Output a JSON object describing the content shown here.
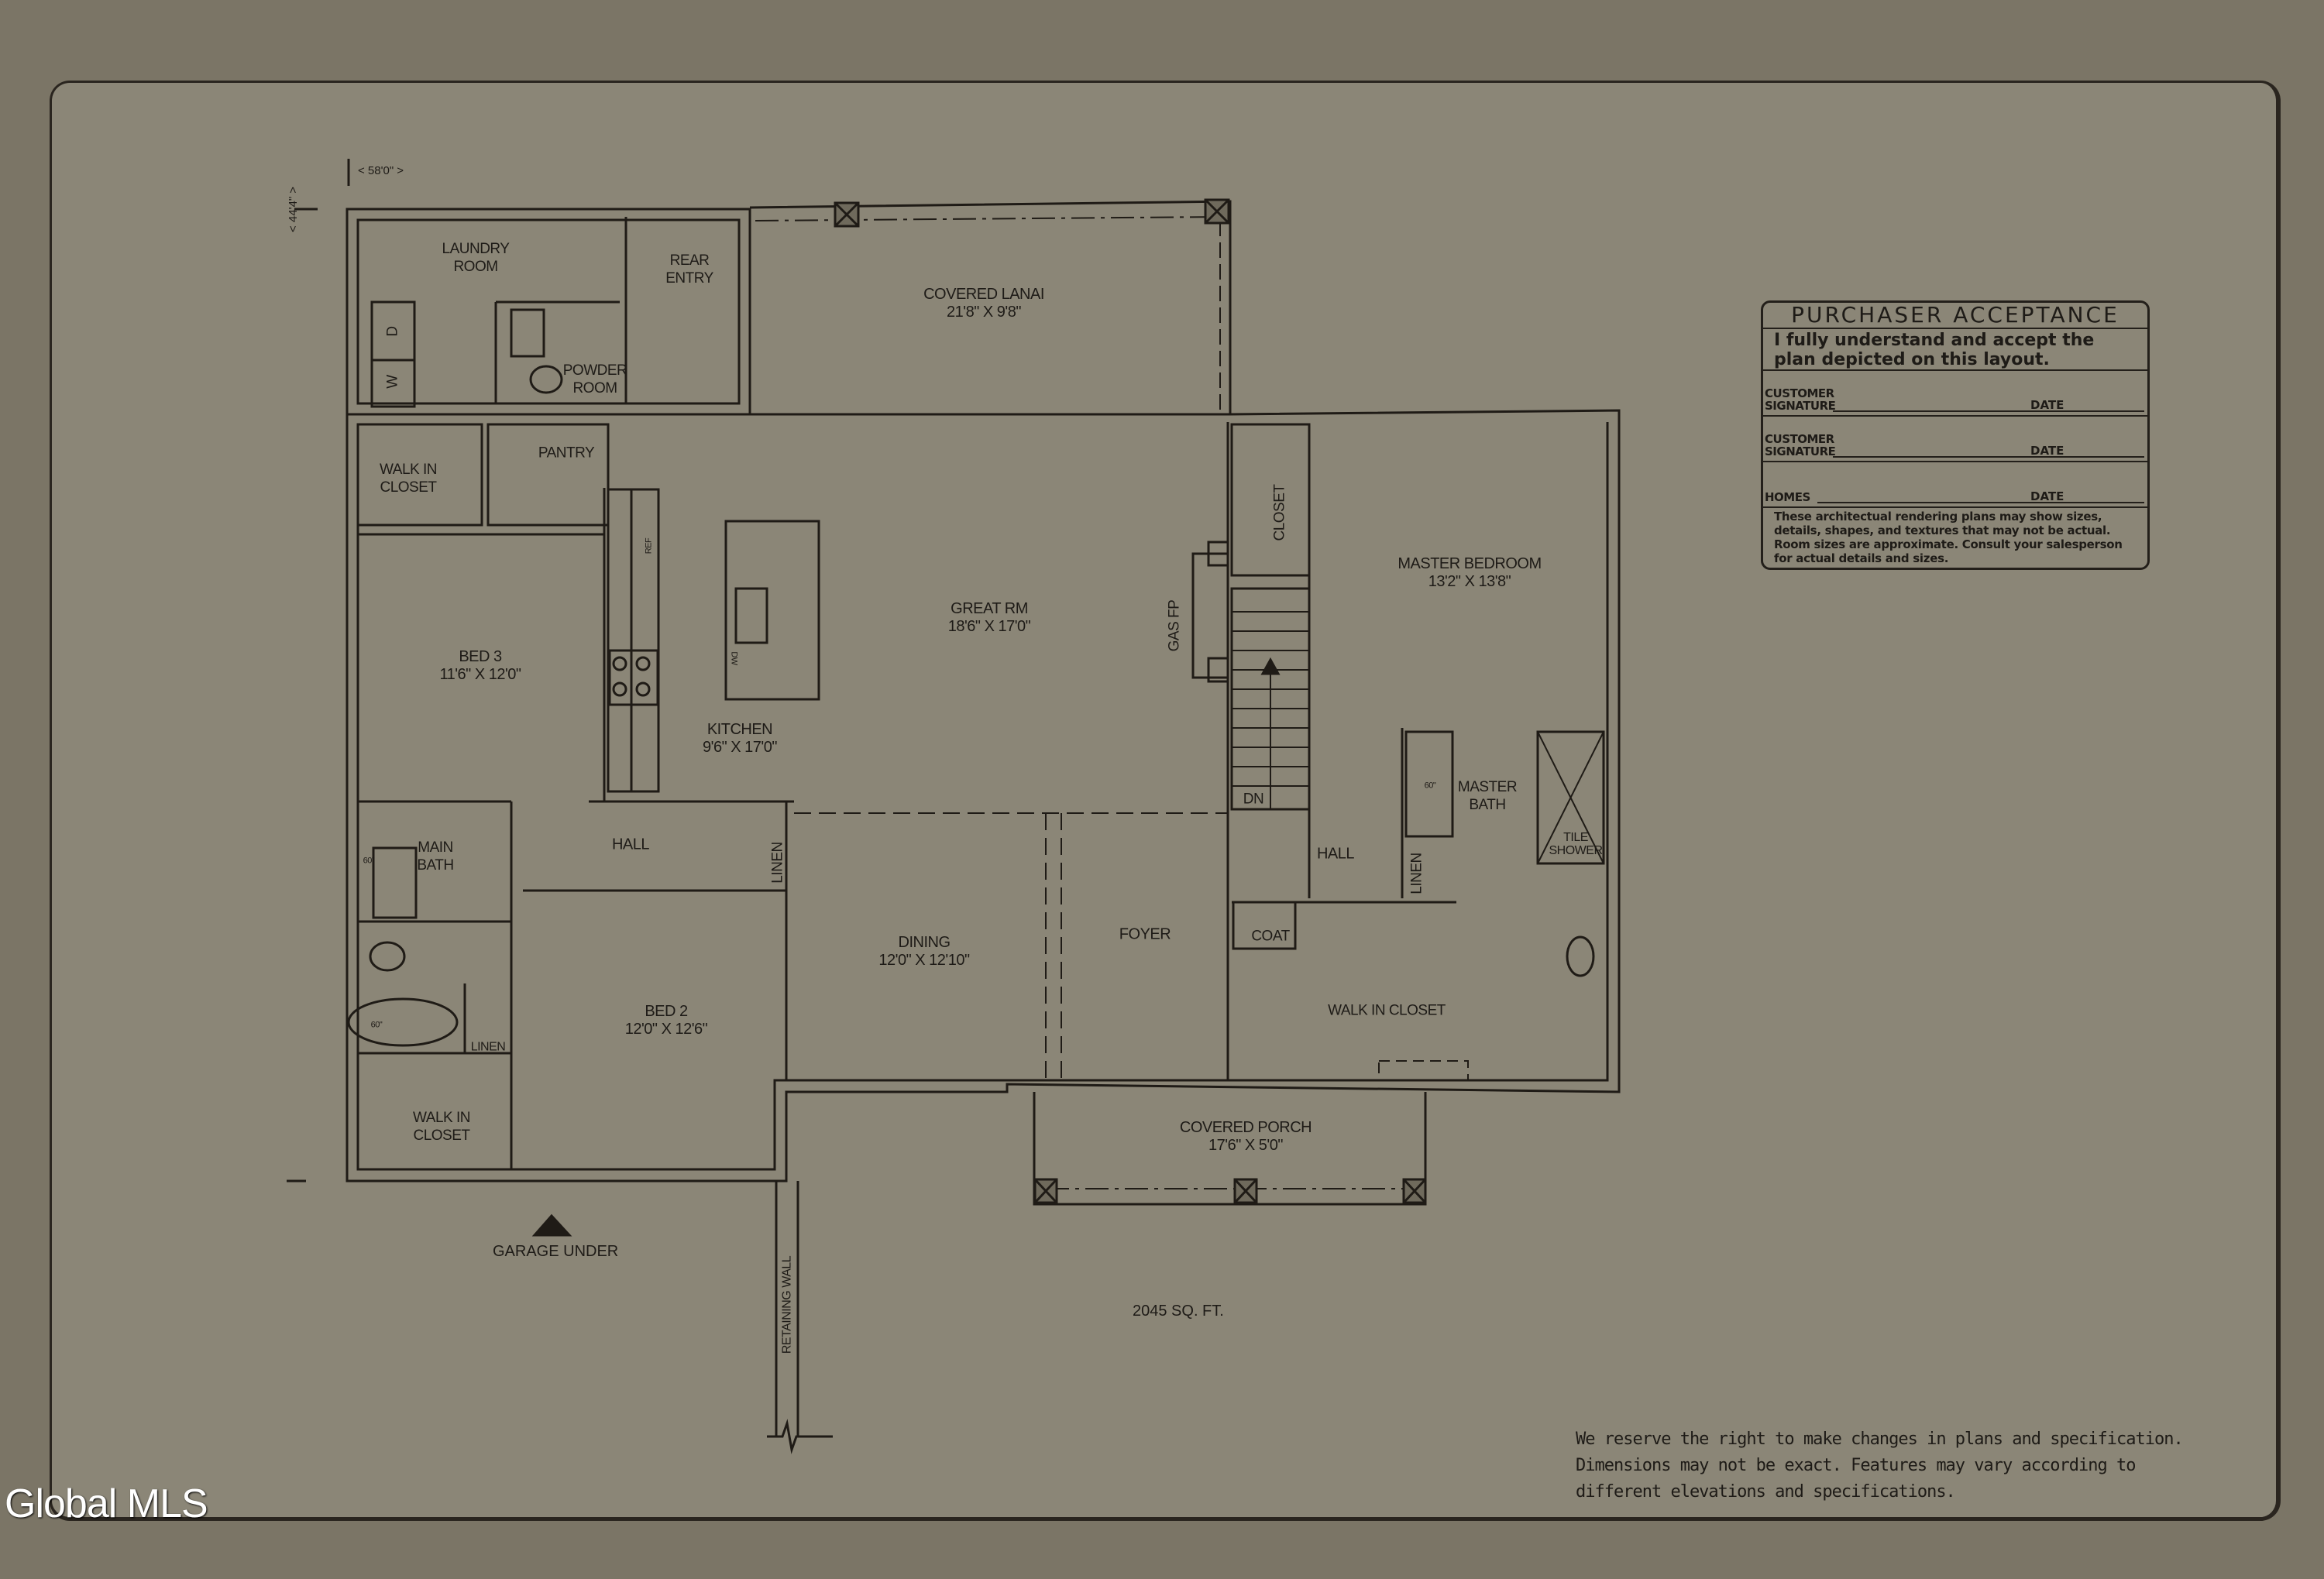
{
  "document": {
    "type": "floor plan",
    "overall_width": "< 58'0\" >",
    "overall_depth": "< 44'4\" >",
    "total_area": "2045 SQ. FT.",
    "garage_note": "GARAGE UNDER",
    "retaining_wall": "RETAINING WALL"
  },
  "rooms": {
    "laundry": {
      "name_1": "LAUNDRY",
      "name_2": "ROOM"
    },
    "rear_entry": {
      "name_1": "REAR",
      "name_2": "ENTRY"
    },
    "powder_room": {
      "name_1": "POWDER",
      "name_2": "ROOM"
    },
    "covered_lanai": {
      "name": "COVERED LANAI",
      "size": "21'8\" X 9'8\""
    },
    "walk_in_closet_bed3": {
      "name_1": "WALK IN",
      "name_2": "CLOSET"
    },
    "pantry": {
      "name": "PANTRY"
    },
    "bed3": {
      "name": "BED 3",
      "size": "11'6\" X 12'0\""
    },
    "kitchen": {
      "name": "KITCHEN",
      "size": "9'6\" X 17'0\""
    },
    "great_room": {
      "name": "GREAT RM",
      "size": "18'6\" X  17'0\""
    },
    "gas_fp": {
      "name": "GAS FP"
    },
    "closet_master": {
      "name": "CLOSET"
    },
    "master_bedroom": {
      "name": "MASTER BEDROOM",
      "size": "13'2\" X 13'8\""
    },
    "master_bath": {
      "name_1": "MASTER",
      "name_2": "BATH"
    },
    "tile_shower": {
      "name_1": "TILE",
      "name_2": "SHOWER"
    },
    "hall_right": {
      "name": "HALL"
    },
    "linen_master": {
      "name": "LINEN"
    },
    "coat": {
      "name": "COAT"
    },
    "stairs_dn": {
      "name": "DN"
    },
    "walk_in_closet_master": {
      "name": "WALK IN CLOSET"
    },
    "main_bath": {
      "name_1": "MAIN",
      "name_2": "BATH"
    },
    "hall_left": {
      "name": "HALL"
    },
    "linen_hall": {
      "name": "LINEN"
    },
    "linen_bath": {
      "name": "LINEN"
    },
    "bed2": {
      "name": "BED 2",
      "size": "12'0\" X 12'6\""
    },
    "walk_in_closet_bed2": {
      "name_1": "WALK IN",
      "name_2": "CLOSET"
    },
    "dining": {
      "name": "DINING",
      "size": "12'0\" X 12'10\""
    },
    "foyer": {
      "name": "FOYER"
    },
    "covered_porch": {
      "name": "COVERED PORCH",
      "size": "17'6\" X 5'0\""
    }
  },
  "fixtures": {
    "dryer": "D",
    "washer": "W",
    "ref": "REF",
    "dw": "DW",
    "vanity_main": "60\"",
    "tub_main": "60\"",
    "vanity_master": "60\""
  },
  "purchaser_acceptance": {
    "title": "PURCHASER ACCEPTANCE",
    "statement": "I fully understand and accept the plan depicted on this layout.",
    "rows": [
      {
        "label_1": "CUSTOMER",
        "label_2": "SIGNATURE",
        "date_label": "DATE"
      },
      {
        "label_1": "CUSTOMER",
        "label_2": "SIGNATURE",
        "date_label": "DATE"
      },
      {
        "label_1": "",
        "label_2": "HOMES",
        "date_label": "DATE"
      }
    ],
    "fine_print": "These architectual rendering plans may show sizes, details, shapes, and textures that may not be actual. Room sizes are approximate. Consult your salesperson for actual details and sizes."
  },
  "disclaimer": {
    "line_1": "We reserve the right to make changes in plans and specification.",
    "line_2": "Dimensions may not be exact. Features may vary according to",
    "line_3": "different elevations and specifications."
  },
  "watermark": "Global MLS",
  "colors": {
    "background": "#7b7566",
    "paper": "#8b8677",
    "ink": "#1e1b17"
  }
}
